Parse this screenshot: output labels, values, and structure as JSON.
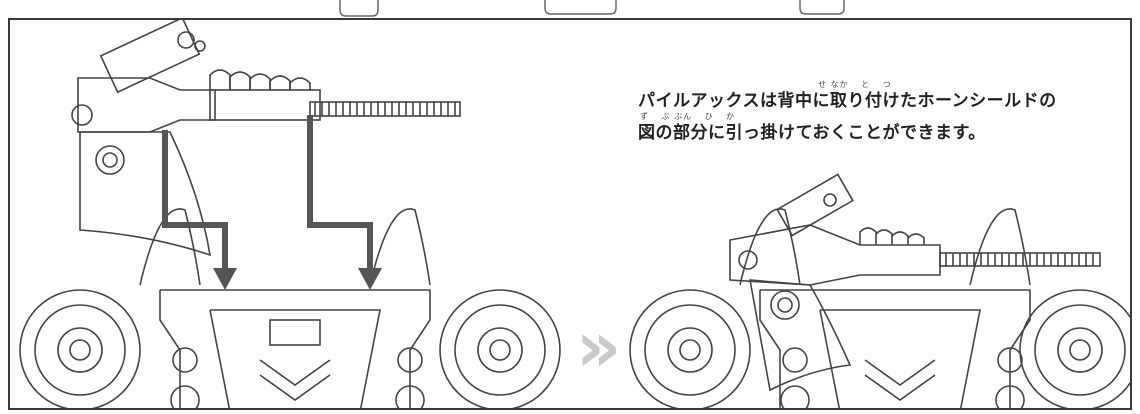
{
  "instruction": {
    "ruby_line1": "せ なか　 と　  つ",
    "line1": "パイルアックスは背中に取り付けたホーンシールドの",
    "ruby_line2": "ず　 ぶ ぶん　 ひ　 か",
    "line2": "図の部分に引っ掛けておくことができます。"
  },
  "next_step_glyph": "»",
  "colors": {
    "border": "#3a3a3a",
    "line_art": "#444444",
    "guide_line": "#555555",
    "arrow": "#c9c9c9"
  },
  "illustrations": {
    "left": "robot-back-with-axe-before-icon",
    "right": "robot-back-with-axe-attached-icon"
  }
}
